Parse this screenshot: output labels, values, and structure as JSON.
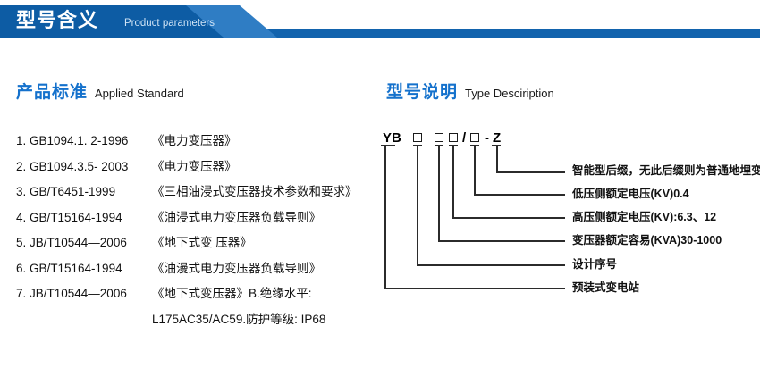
{
  "banner": {
    "title_cn": "型号含义",
    "title_en": "Product parameters"
  },
  "sections": {
    "applied_standard": {
      "heading_cn": "产品标准",
      "heading_en": "Applied Standard",
      "items": [
        {
          "index": "1.",
          "code": "GB1094.1. 2-1996",
          "name": "《电力变压器》"
        },
        {
          "index": "2.",
          "code": "GB1094.3.5- 2003",
          "name": "《电力变压器》"
        },
        {
          "index": "3.",
          "code": "GB/T6451-1999",
          "name": "《三相油浸式变压器技术参数和要求》"
        },
        {
          "index": "4.",
          "code": "GB/T15164-1994",
          "name": "《油浸式电力变压器负载导则》"
        },
        {
          "index": "5.",
          "code": "JB/T10544—2006",
          "name": "《地下式变 压器》"
        },
        {
          "index": "6.",
          "code": "GB/T15164-1994",
          "name": "《油漫式电力变压器负载导则》"
        },
        {
          "index": "7.",
          "code": "JB/T10544—2006",
          "name": "《地下式变压器》B.绝缘水平:"
        }
      ],
      "continuation": "L175AC35/AC59.防护等级: IP68"
    },
    "type_description": {
      "heading_cn": "型号说明",
      "heading_en": "Type Desciription",
      "code_tokens": [
        {
          "kind": "text",
          "text": "YB"
        },
        {
          "kind": "box",
          "text": ""
        },
        {
          "kind": "box",
          "text": ""
        },
        {
          "kind": "box",
          "text": ""
        },
        {
          "kind": "text",
          "text": "/"
        },
        {
          "kind": "box",
          "text": ""
        },
        {
          "kind": "text",
          "text": "-"
        },
        {
          "kind": "text",
          "text": "Z"
        }
      ],
      "labels": [
        "智能型后缀，无此后缀则为普通地埋变",
        "低压侧额定电压(KV)0.4",
        "高压侧额定电压(KV):6.3、12",
        "变压器额定容易(KVA)30-1000",
        "设计序号",
        "预装式变电站"
      ]
    }
  },
  "colors": {
    "banner_dark": "#0d5ca4",
    "banner_light": "#2f7dc4",
    "banner_bar": "#1263ad",
    "heading_blue": "#1471cc",
    "text_dark": "#111111"
  }
}
